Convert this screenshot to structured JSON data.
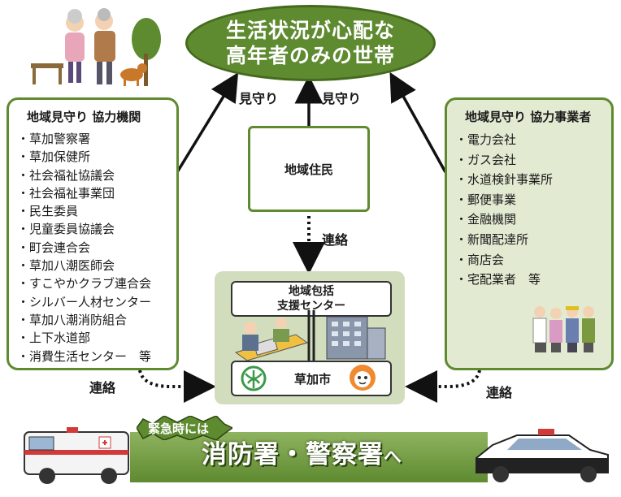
{
  "title": {
    "line1": "生活状況が心配な",
    "line2": "高年者のみの世帯"
  },
  "left_box": {
    "title": "地域見守り 協力機関",
    "items": [
      "草加警察署",
      "草加保健所",
      "社会福祉協議会",
      "社会福祉事業団",
      "民生委員",
      "児童委員協議会",
      "町会連合会",
      "草加八潮医師会",
      "すこやかクラブ連合会",
      "シルバー人材センター",
      "草加八潮消防組合",
      "上下水道部",
      "消費生活センター　等"
    ]
  },
  "right_box": {
    "title": "地域見守り 協力事業者",
    "items": [
      "電力会社",
      "ガス会社",
      "水道検針事業所",
      "郵便事業",
      "金融機関",
      "新聞配達所",
      "商店会",
      "宅配業者　等"
    ]
  },
  "residents": "地域住民",
  "watch_left": "見守り",
  "watch_right": "見守り",
  "contact_center": "連絡",
  "contact_left": "連絡",
  "contact_right": "連絡",
  "center": {
    "line1": "地域包括",
    "line2": "支援センター",
    "city": "草加市"
  },
  "emergency": {
    "when": "緊急時には",
    "target": "消防署・警察署",
    "suffix": "へ"
  },
  "colors": {
    "green": "#5e8a30",
    "light_green": "#e3ead2",
    "panel": "#d2ddbd"
  }
}
